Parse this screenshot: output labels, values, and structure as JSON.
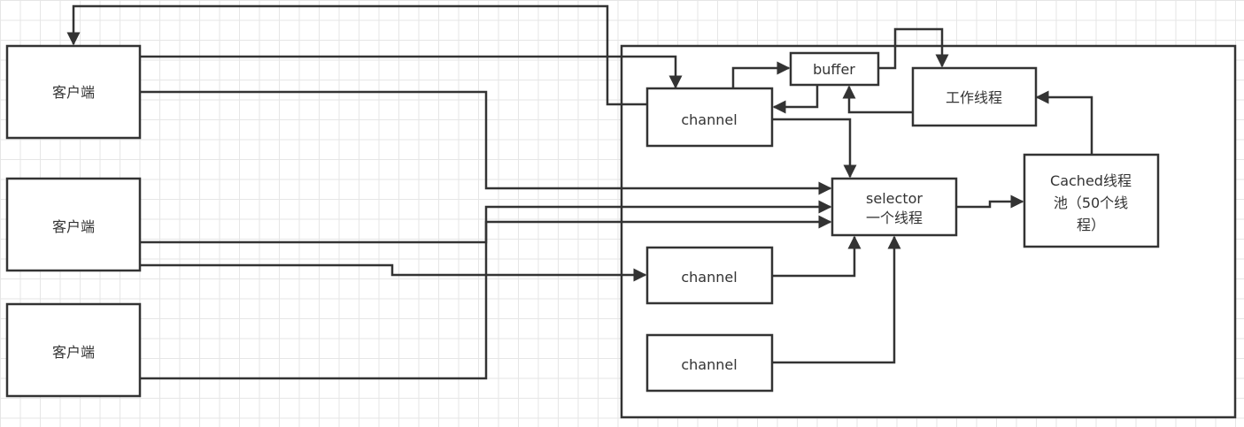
{
  "diagram": {
    "nodes": {
      "client1": {
        "label": "客户端"
      },
      "client2": {
        "label": "客户端"
      },
      "client3": {
        "label": "客户端"
      },
      "channel1": {
        "label": "channel"
      },
      "channel2": {
        "label": "channel"
      },
      "channel3": {
        "label": "channel"
      },
      "buffer": {
        "label": "buffer"
      },
      "worker": {
        "label": "工作线程"
      },
      "selector": {
        "lines": [
          "selector",
          "一个线程"
        ]
      },
      "pool": {
        "lines": [
          "Cached线程",
          "池（50个线",
          "程）"
        ]
      }
    },
    "edges": [
      {
        "from": "channel1",
        "to": "client1"
      },
      {
        "from": "client1",
        "to": "channel1"
      },
      {
        "from": "client1",
        "to": "selector"
      },
      {
        "from": "client2",
        "to": "selector"
      },
      {
        "from": "client3",
        "to": "selector"
      },
      {
        "from": "client2",
        "to": "channel2"
      },
      {
        "from": "channel1",
        "to": "buffer"
      },
      {
        "from": "buffer",
        "to": "channel1"
      },
      {
        "from": "buffer",
        "to": "worker"
      },
      {
        "from": "worker",
        "to": "buffer"
      },
      {
        "from": "channel1",
        "to": "selector"
      },
      {
        "from": "channel2",
        "to": "selector"
      },
      {
        "from": "channel3",
        "to": "selector"
      },
      {
        "from": "selector",
        "to": "pool"
      },
      {
        "from": "pool",
        "to": "worker"
      }
    ],
    "colors": {
      "stroke": "#333333",
      "fill": "#ffffff",
      "grid": "#e6e6e6"
    }
  }
}
